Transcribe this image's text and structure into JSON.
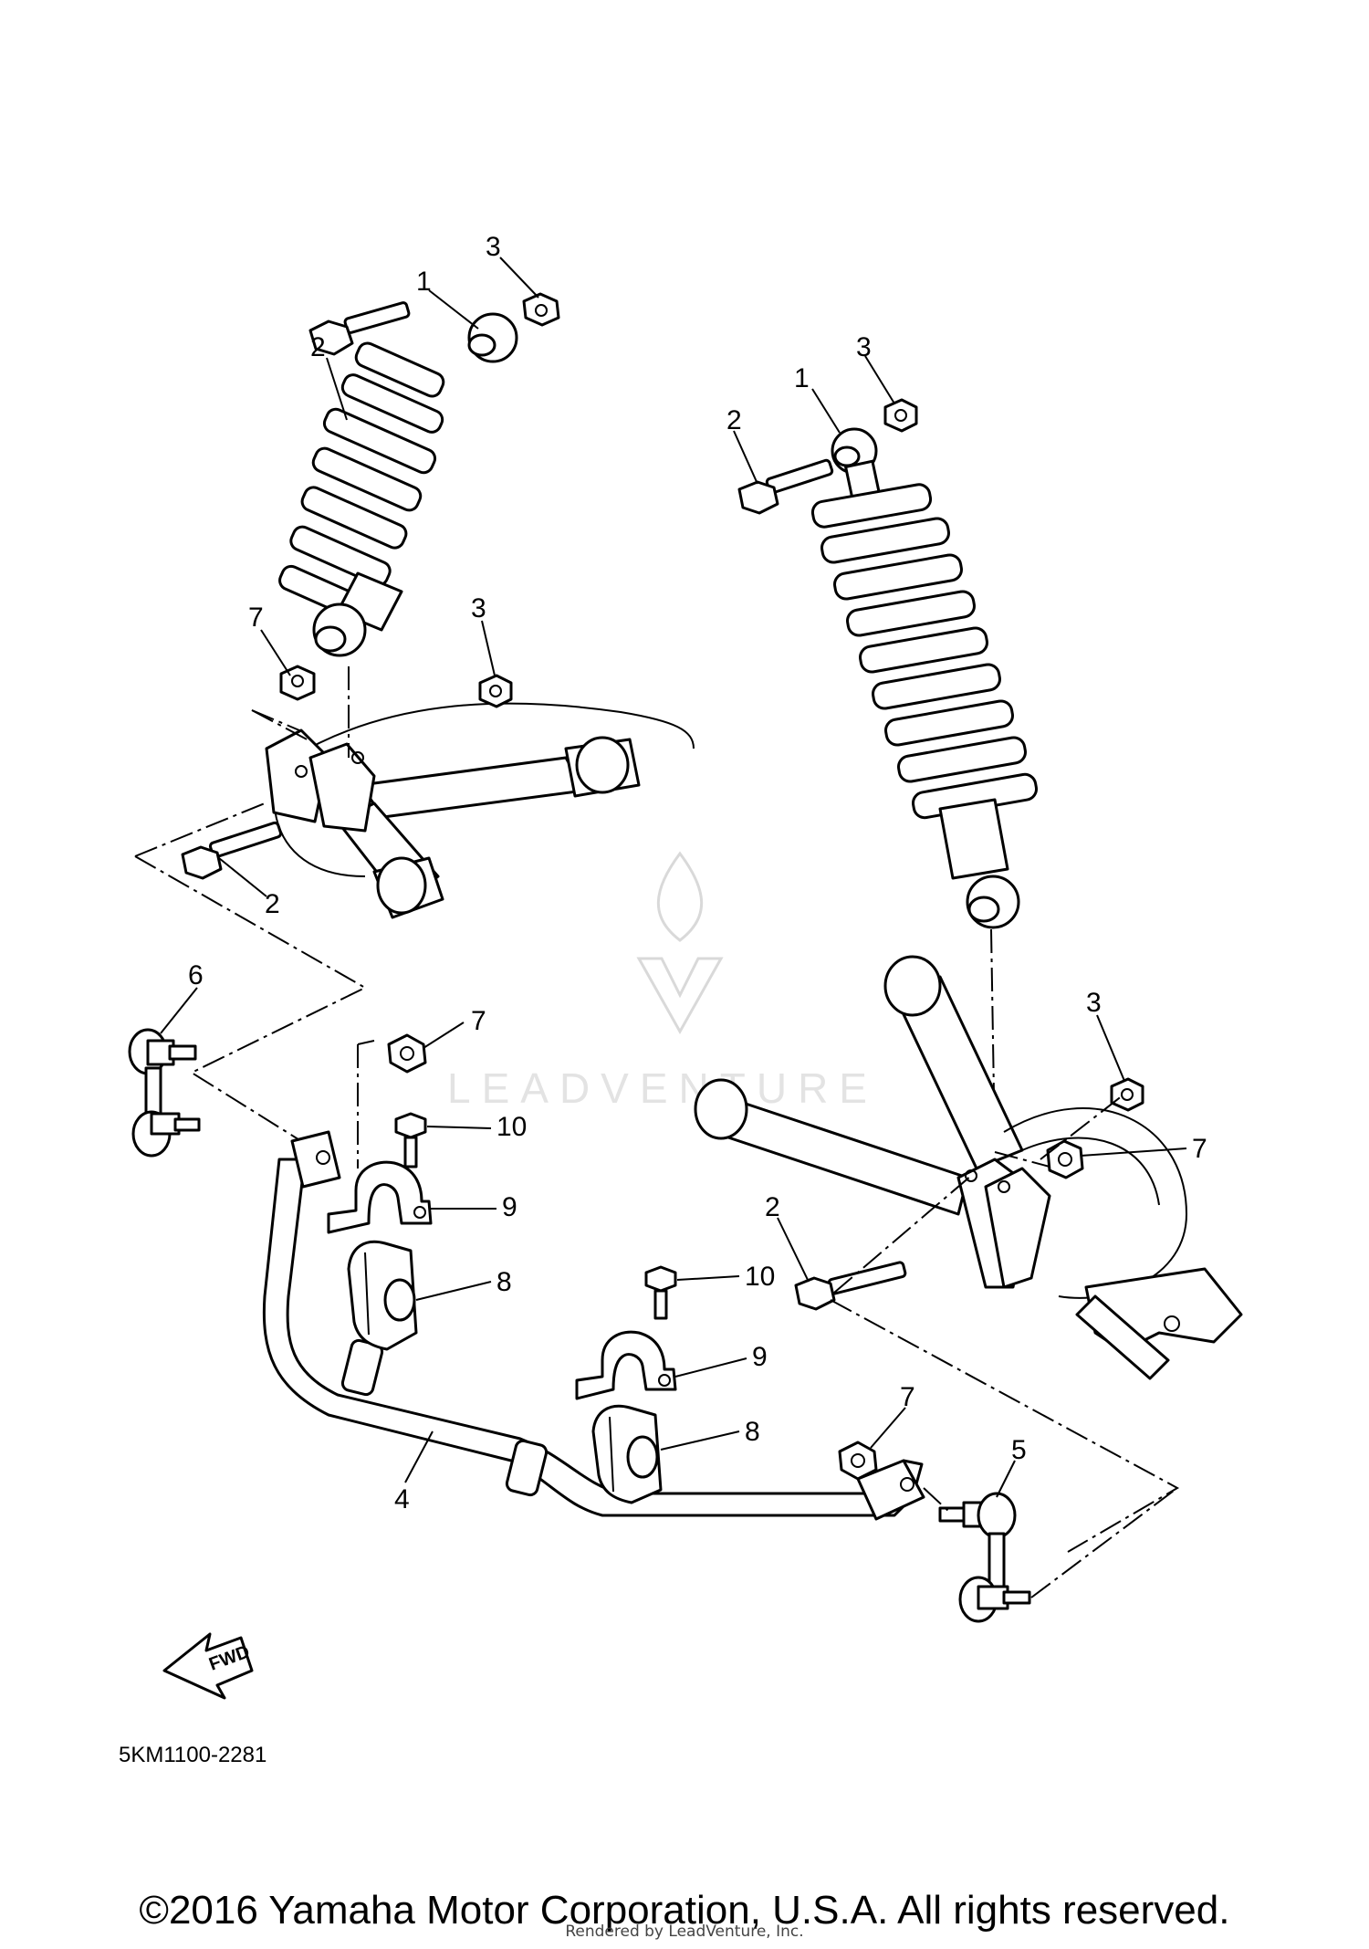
{
  "callouts": [
    {
      "id": "c1a",
      "text": "1"
    },
    {
      "id": "c2a",
      "text": "2"
    },
    {
      "id": "c3a",
      "text": "3"
    },
    {
      "id": "c7a",
      "text": "7"
    },
    {
      "id": "c3b",
      "text": "3"
    },
    {
      "id": "c2b",
      "text": "2"
    },
    {
      "id": "c1b",
      "text": "1"
    },
    {
      "id": "c2c",
      "text": "2"
    },
    {
      "id": "c3c",
      "text": "3"
    },
    {
      "id": "c6",
      "text": "6"
    },
    {
      "id": "c7b",
      "text": "7"
    },
    {
      "id": "c10a",
      "text": "10"
    },
    {
      "id": "c9a",
      "text": "9"
    },
    {
      "id": "c8a",
      "text": "8"
    },
    {
      "id": "c3d",
      "text": "3"
    },
    {
      "id": "c7c",
      "text": "7"
    },
    {
      "id": "c2d",
      "text": "2"
    },
    {
      "id": "c10b",
      "text": "10"
    },
    {
      "id": "c9b",
      "text": "9"
    },
    {
      "id": "c8b",
      "text": "8"
    },
    {
      "id": "c7d",
      "text": "7"
    },
    {
      "id": "c4",
      "text": "4"
    },
    {
      "id": "c5",
      "text": "5"
    }
  ],
  "diagram_code": "5KM1100-2281",
  "fwd_label": "FWD",
  "watermark": "LEADVENTURE",
  "copyright": "©2016 Yamaha Motor Corporation, U.S.A. All rights reserved.",
  "rendered_by": "Rendered by LeadVenture, Inc."
}
